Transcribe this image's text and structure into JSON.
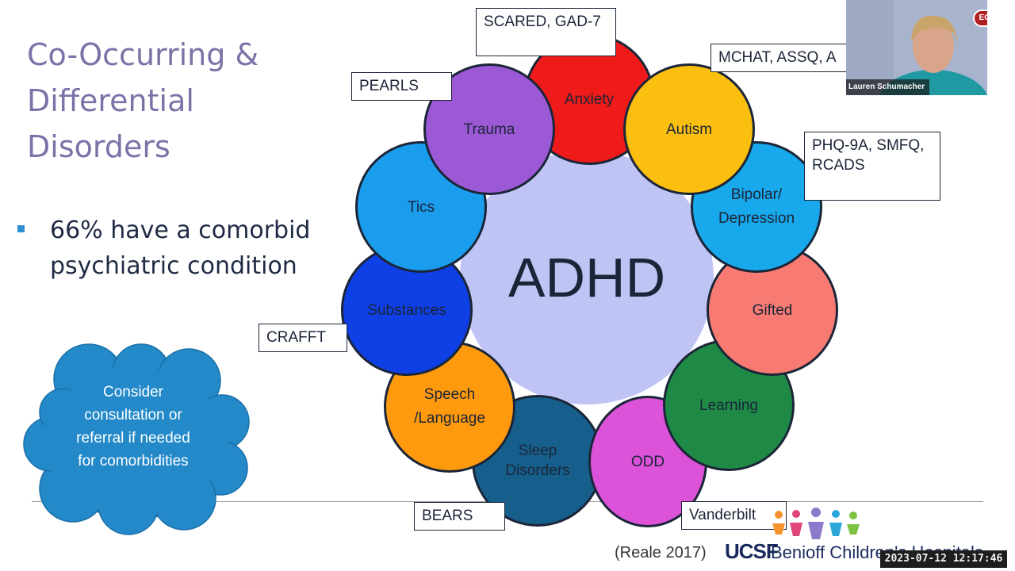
{
  "slide": {
    "title": "Co-Occurring & Differential Disorders",
    "bullet": "66% have a comorbid psychiatric condition",
    "callout": "Consider consultation or referral if needed for comorbidities",
    "center_label": "ADHD",
    "citation": "(Reale 2017)",
    "brand_logo": "UCSF",
    "brand_text": "Benioff Children's Hospitals",
    "conditions": [
      {
        "label": "Anxiety",
        "color": "#ef1a1a"
      },
      {
        "label": "Autism",
        "color": "#fbbf0f"
      },
      {
        "label": "Bipolar/ Depression",
        "color": "#18a8ec"
      },
      {
        "label": "Gifted",
        "color": "#f77b72"
      },
      {
        "label": "Learning",
        "color": "#1e8a46"
      },
      {
        "label": "ODD",
        "color": "#dc52d8"
      },
      {
        "label": "Sleep Disorders",
        "color": "#165f8c"
      },
      {
        "label": "Speech /Language",
        "color": "#ff9a0e"
      },
      {
        "label": "Substances",
        "color": "#0f40e6"
      },
      {
        "label": "Tics",
        "color": "#1b9ded"
      },
      {
        "label": "Trauma",
        "color": "#9c59d6"
      }
    ],
    "tools": [
      {
        "label": "SCARED, GAD-7"
      },
      {
        "label": "MCHAT, ASSQ, A"
      },
      {
        "label": "PHQ-9A, SMFQ, RCADS"
      },
      {
        "label": "PEARLS"
      },
      {
        "label": "CRAFFT"
      },
      {
        "label": "BEARS"
      },
      {
        "label": "Vanderbilt"
      }
    ]
  },
  "video": {
    "participant_name": "Lauren Schumacher",
    "badge": "ECHO"
  },
  "timestamp": "2023-07-12 12:17:46"
}
